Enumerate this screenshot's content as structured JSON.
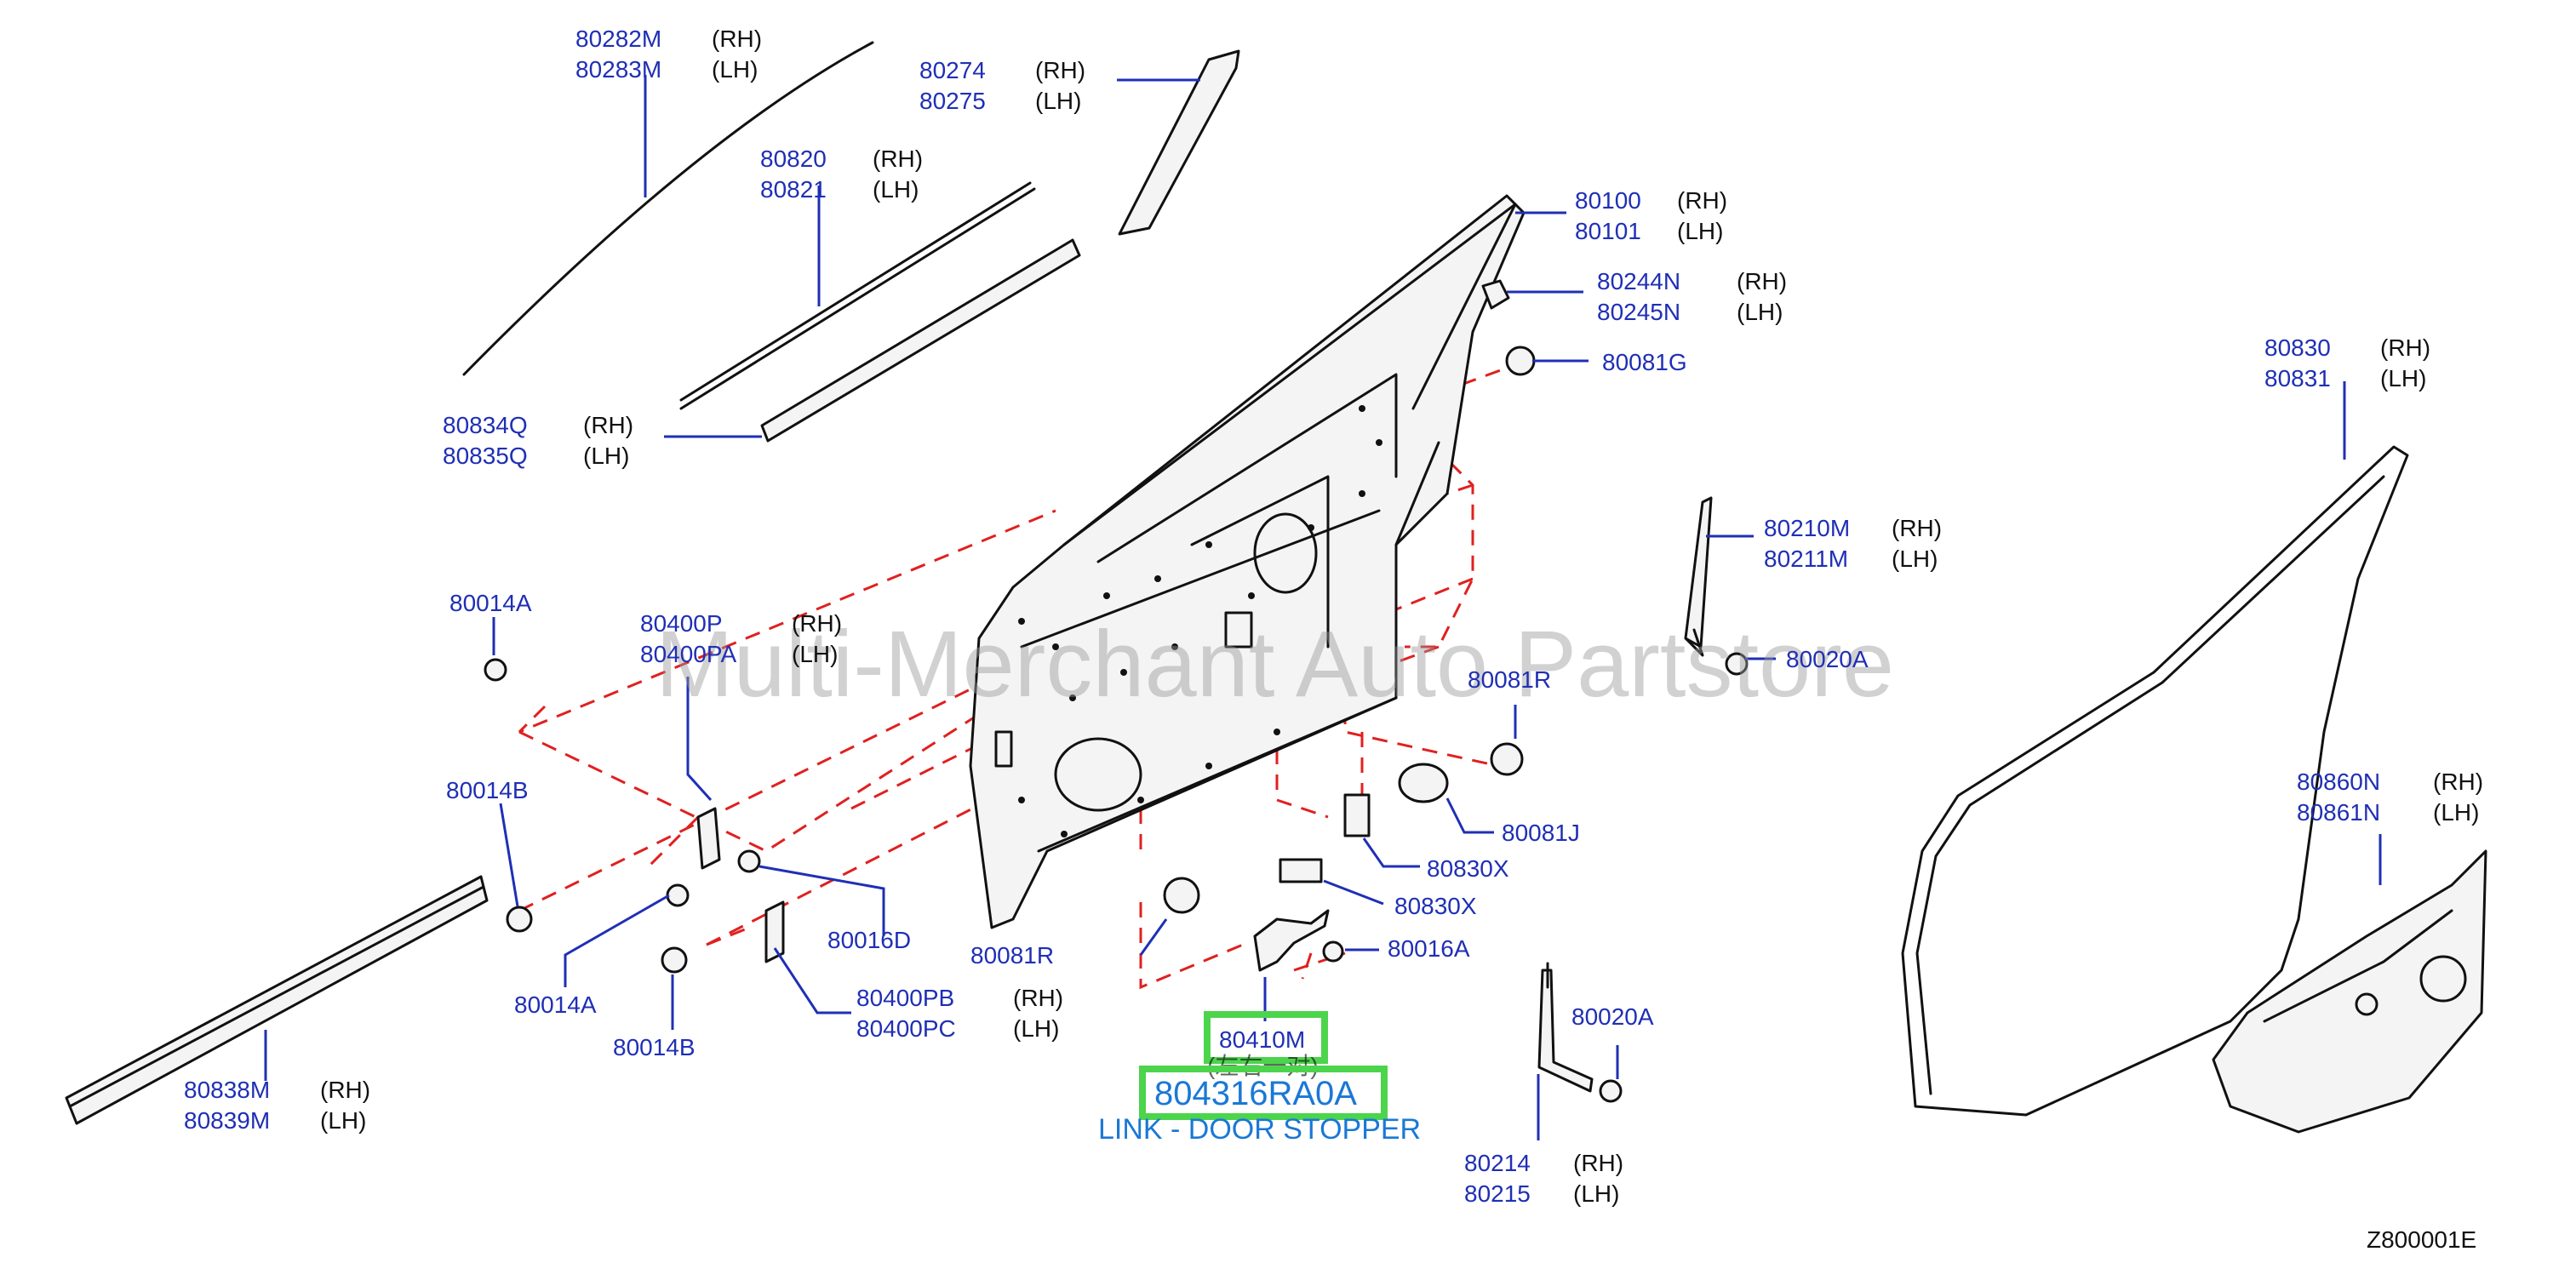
{
  "diagram": {
    "watermark": "Multi-Merchant Auto Partstore",
    "figure_code": "Z800001E",
    "labels": [
      {
        "id": "l1",
        "parts": [
          "80282M",
          "80283M"
        ],
        "sides": [
          "(RH)",
          "(LH)"
        ]
      },
      {
        "id": "l2",
        "parts": [
          "80274",
          "80275"
        ],
        "sides": [
          "(RH)",
          "(LH)"
        ]
      },
      {
        "id": "l3",
        "parts": [
          "80820",
          "80821"
        ],
        "sides": [
          "(RH)",
          "(LH)"
        ]
      },
      {
        "id": "l4",
        "parts": [
          "80100",
          "80101"
        ],
        "sides": [
          "(RH)",
          "(LH)"
        ]
      },
      {
        "id": "l5",
        "parts": [
          "80244N",
          "80245N"
        ],
        "sides": [
          "(RH)",
          "(LH)"
        ]
      },
      {
        "id": "l6",
        "parts": [
          "80081G"
        ],
        "sides": []
      },
      {
        "id": "l7",
        "parts": [
          "80834Q",
          "80835Q"
        ],
        "sides": [
          "(RH)",
          "(LH)"
        ]
      },
      {
        "id": "l8",
        "parts": [
          "80830",
          "80831"
        ],
        "sides": [
          "(RH)",
          "(LH)"
        ]
      },
      {
        "id": "l9",
        "parts": [
          "80210M",
          "80211M"
        ],
        "sides": [
          "(RH)",
          "(LH)"
        ]
      },
      {
        "id": "l10",
        "parts": [
          "80014A"
        ],
        "sides": []
      },
      {
        "id": "l11",
        "parts": [
          "80400P",
          "80400PA"
        ],
        "sides": [
          "(RH)",
          "(LH)"
        ]
      },
      {
        "id": "l12",
        "parts": [
          "80020A"
        ],
        "sides": []
      },
      {
        "id": "l13",
        "parts": [
          "80081R"
        ],
        "sides": []
      },
      {
        "id": "l14",
        "parts": [
          "80014B"
        ],
        "sides": []
      },
      {
        "id": "l15",
        "parts": [
          "80860N",
          "80861N"
        ],
        "sides": [
          "(RH)",
          "(LH)"
        ]
      },
      {
        "id": "l16",
        "parts": [
          "80081J"
        ],
        "sides": []
      },
      {
        "id": "l17",
        "parts": [
          "80830X"
        ],
        "sides": []
      },
      {
        "id": "l18",
        "parts": [
          "80016D"
        ],
        "sides": []
      },
      {
        "id": "l19",
        "parts": [
          "80830X"
        ],
        "sides": []
      },
      {
        "id": "l20",
        "parts": [
          "80081R"
        ],
        "sides": []
      },
      {
        "id": "l21",
        "parts": [
          "80016A"
        ],
        "sides": []
      },
      {
        "id": "l22",
        "parts": [
          "80014A"
        ],
        "sides": []
      },
      {
        "id": "l23",
        "parts": [
          "80400PB",
          "80400PC"
        ],
        "sides": [
          "(RH)",
          "(LH)"
        ]
      },
      {
        "id": "l24",
        "parts": [
          "80020A"
        ],
        "sides": []
      },
      {
        "id": "l25",
        "parts": [
          "80014B"
        ],
        "sides": []
      },
      {
        "id": "l26",
        "parts": [
          "80838M",
          "80839M"
        ],
        "sides": [
          "(RH)",
          "(LH)"
        ]
      },
      {
        "id": "l27",
        "parts": [
          "80214",
          "80215"
        ],
        "sides": [
          "(RH)",
          "(LH)"
        ]
      }
    ],
    "highlight": {
      "part": "80410M",
      "sub": "(左右一对)",
      "oem": "804316RA0A",
      "desc": "LINK - DOOR STOPPER"
    }
  }
}
